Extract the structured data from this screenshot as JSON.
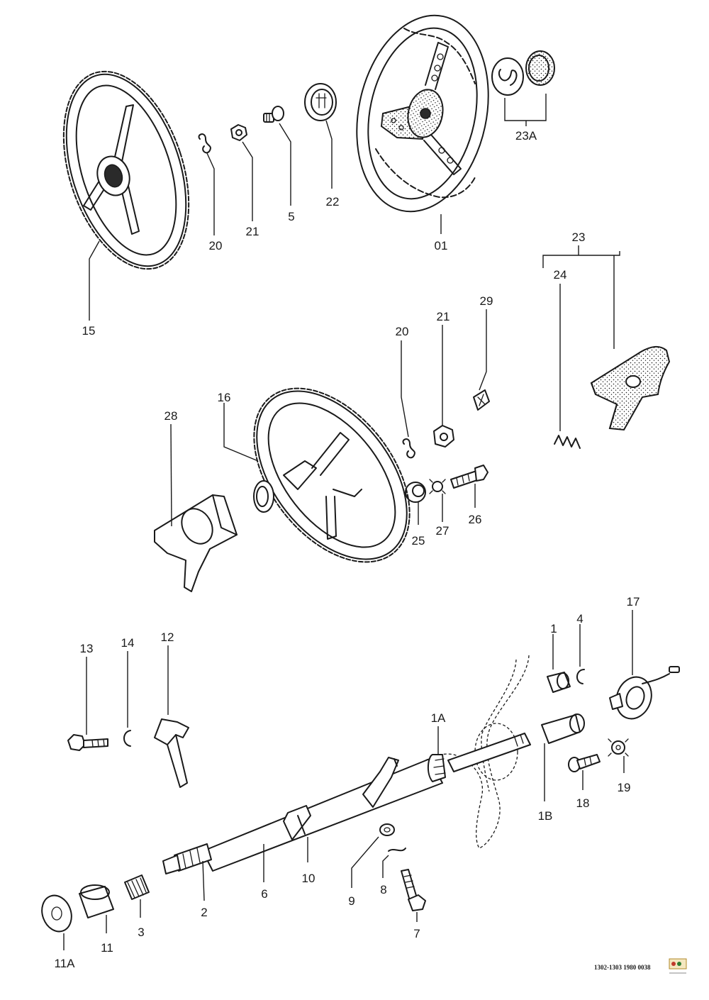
{
  "title": "Steering wheel and steering column exploded parts diagram",
  "footer": {
    "code": "1302-1303 1980 0038"
  },
  "callouts": {
    "c15": "15",
    "c20a": "20",
    "c21a": "21",
    "c5": "5",
    "c22": "22",
    "c01": "01",
    "c23a": "23A",
    "c23": "23",
    "c24": "24",
    "c20b": "20",
    "c21b": "21",
    "c29": "29",
    "c28": "28",
    "c16": "16",
    "c25": "25",
    "c27": "27",
    "c26": "26",
    "c13": "13",
    "c14": "14",
    "c12": "12",
    "c1": "1",
    "c4": "4",
    "c17": "17",
    "c1a": "1A",
    "c1b": "1B",
    "c18": "18",
    "c19": "19",
    "c2": "2",
    "c6": "6",
    "c10": "10",
    "c9": "9",
    "c8": "8",
    "c7": "7",
    "c11a": "11A",
    "c11": "11",
    "c3": "3"
  },
  "colors": {
    "ink": "#1a1a1a",
    "paper": "#ffffff"
  }
}
